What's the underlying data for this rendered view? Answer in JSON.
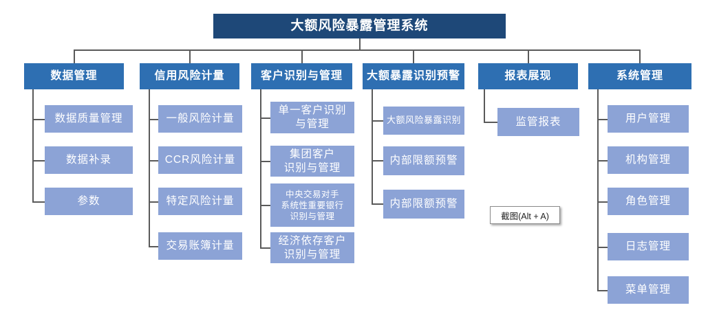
{
  "root": {
    "label": "大额风险暴露管理系统"
  },
  "columns": [
    {
      "title": "数据管理",
      "children": [
        "数据质量管理",
        "数据补录",
        "参数"
      ]
    },
    {
      "title": "信用风险计量",
      "children": [
        "一般风险计量",
        "CCR风险计量",
        "特定风险计量",
        "交易账簿计量"
      ]
    },
    {
      "title": "客户识别与管理",
      "children": [
        "单一客户识别\n与管理",
        "集团客户\n识别与管理",
        "中央交易对手\n系统性重要银行\n识别与管理",
        "经济依存客户\n识别与管理"
      ]
    },
    {
      "title": "大额暴露识别预警",
      "children": [
        "大额风险暴露识别",
        "内部限额预警",
        "内部限额预警"
      ]
    },
    {
      "title": "报表展现",
      "children": [
        "监管报表"
      ]
    },
    {
      "title": "系统管理",
      "children": [
        "用户管理",
        "机构管理",
        "角色管理",
        "日志管理",
        "菜单管理"
      ]
    }
  ],
  "overlay": {
    "screenshot_tooltip": "截图(Alt + A)"
  },
  "colors": {
    "root_bg": "#1E4878",
    "branch_bg": "#2E6FB2",
    "leaf_bg": "#8CA3D6",
    "connector": "#595959",
    "text": "#FFFFFF",
    "tooltip_border": "#8A8A8A"
  }
}
